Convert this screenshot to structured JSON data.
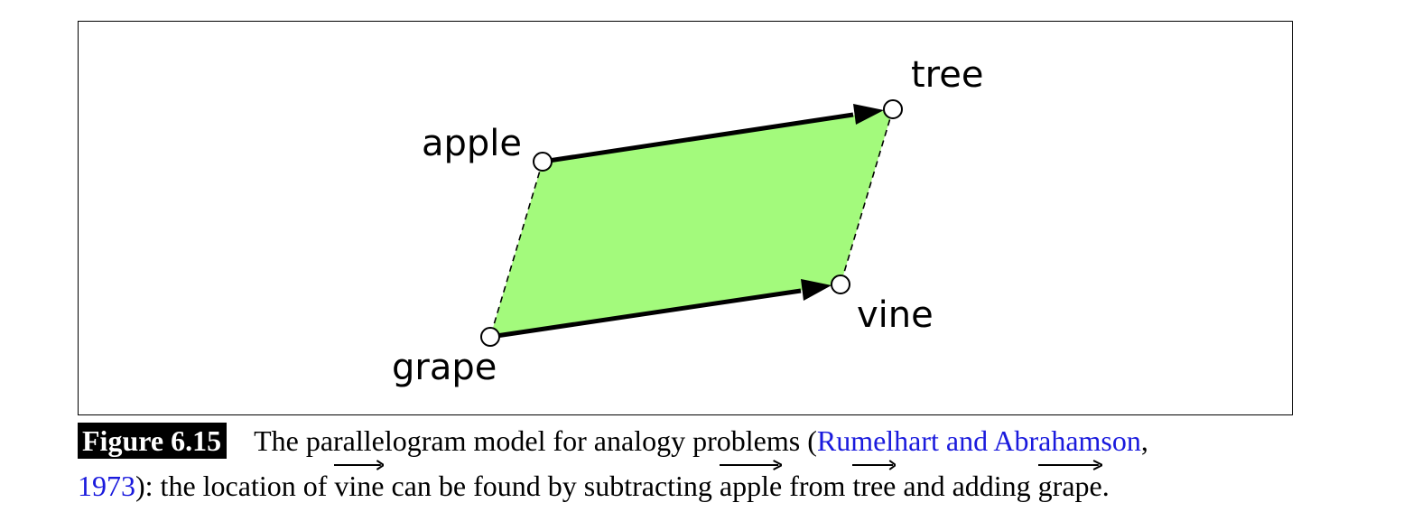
{
  "diagram": {
    "nodes": [
      {
        "id": "apple",
        "label": "apple"
      },
      {
        "id": "tree",
        "label": "tree"
      },
      {
        "id": "grape",
        "label": "grape"
      },
      {
        "id": "vine",
        "label": "vine"
      }
    ],
    "edges": [
      {
        "from": "apple",
        "to": "tree",
        "style": "solid-arrow"
      },
      {
        "from": "grape",
        "to": "vine",
        "style": "solid-arrow"
      },
      {
        "from": "apple",
        "to": "grape",
        "style": "dashed"
      },
      {
        "from": "tree",
        "to": "vine",
        "style": "dashed"
      }
    ],
    "fill_color": "#a3fa7c",
    "stroke_color": "#000000"
  },
  "caption": {
    "figure_label": "Figure 6.15",
    "line1_text": "The parallelogram model for analogy problems (",
    "citation_authors": "Rumelhart and Abrahamson",
    "line1_end": ",",
    "citation_year": "1973",
    "line2_text_a": "): the location of ",
    "vec_vine": "vine",
    "line2_text_b": " can be found by subtracting ",
    "vec_apple": "apple",
    "line2_text_c": " from ",
    "vec_tree": "tree",
    "line2_text_d": " and adding ",
    "vec_grape": "grape",
    "line2_text_e": ".",
    "citation_color": "#1a1add"
  }
}
